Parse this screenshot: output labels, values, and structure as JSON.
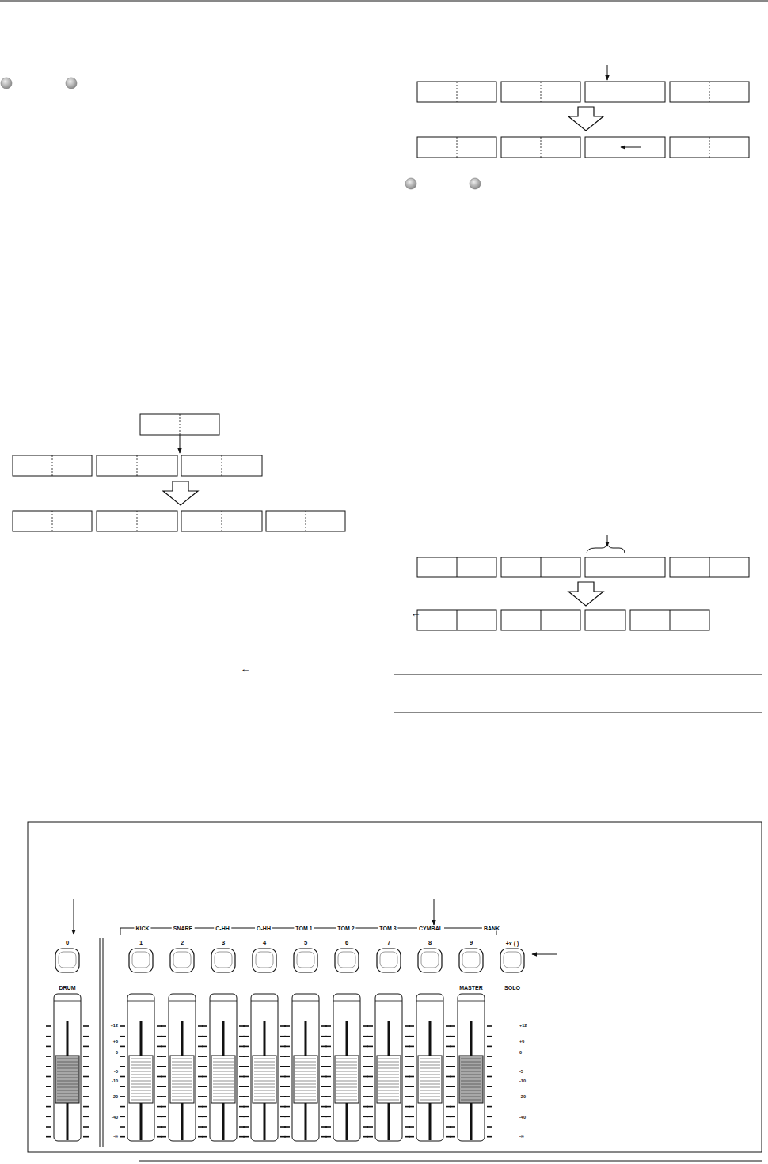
{
  "diagram": {
    "labels": [
      "←",
      "←",
      "KICK",
      "SNARE",
      "C-HH",
      "O-HH",
      "TOM 1",
      "TOM 2",
      "TOM 3",
      "CYMBAL",
      "BANK",
      "0",
      "1",
      "2",
      "3",
      "4",
      "5",
      "6",
      "7",
      "8",
      "9",
      "+x ( )",
      "DRUM",
      "MASTER",
      "SOLO",
      "+12",
      "+6",
      "0",
      "-5",
      "-10",
      "-20",
      "-40",
      "-∞",
      "+12",
      "+6",
      "0",
      "-5",
      "-10",
      "-20",
      "-40",
      "-∞"
    ]
  }
}
